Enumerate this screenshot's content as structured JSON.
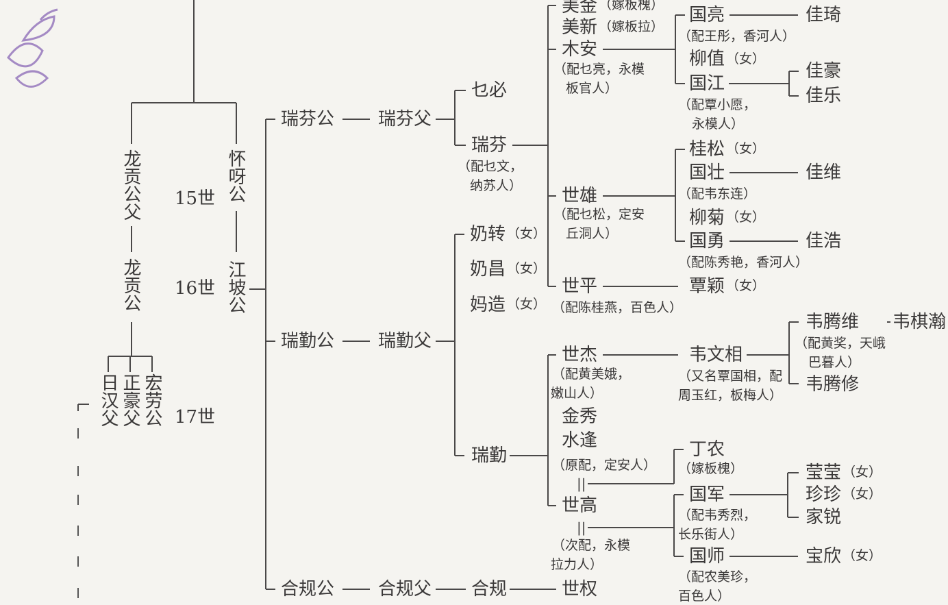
{
  "generations": {
    "g15": "15世",
    "g16": "16世",
    "g17": "17世"
  },
  "left": {
    "longgong_fu": "龙贡公父",
    "longgong": "龙贡公",
    "huaiya": "怀呀公",
    "jiangpo": "江坡公",
    "rihan_fu": "日汉父",
    "zhenghao_fu": "正豪父",
    "honglao": "宏劳公"
  },
  "branch_ruifen": {
    "gong": "瑞芬公",
    "fu": "瑞芬父",
    "yebi": "乜必",
    "ruifen": "瑞芬",
    "ruifen_spouse_1": "（配乜文，",
    "ruifen_spouse_2": "纳苏人）",
    "meijin": "美金",
    "meijin_note": "（嫁板槐）",
    "meixin": "美新",
    "meixin_note": "（嫁板拉）",
    "muan": "木安",
    "muan_spouse_1": "（配乜亮，永模",
    "muan_spouse_2": "板官人）",
    "guoliang": "国亮",
    "guoliang_spouse": "（配王彤，香河人）",
    "jiaqi": "佳琦",
    "liuzhi": "柳值",
    "liuzhi_note": "（女）",
    "guojiang": "国江",
    "guojiang_spouse_1": "（配覃小愿，",
    "guojiang_spouse_2": "永模人）",
    "jiahao": "佳豪",
    "jiale": "佳乐",
    "shixiong": "世雄",
    "shixiong_spouse_1": "（配乜松，定安",
    "shixiong_spouse_2": "丘洞人）",
    "guisong": "桂松",
    "guisong_note": "（女）",
    "guozhuang": "国壮",
    "guozhuang_spouse": "（配韦东连）",
    "jiawei": "佳维",
    "liuju": "柳菊",
    "liuju_note": "（女）",
    "guoyong": "国勇",
    "guoyong_spouse": "（配陈秀艳，香河人）",
    "jiahao2": "佳浩",
    "shiping": "世平",
    "shiping_spouse": "（配陈桂燕，百色人）",
    "tanying": "覃颖",
    "tanying_note": "（女）"
  },
  "branch_ruiqin": {
    "gong": "瑞勤公",
    "fu": "瑞勤父",
    "naizhuan": "奶转",
    "naizhuan_note": "（女）",
    "naichang": "奶昌",
    "naichang_note": "（女）",
    "mazao": "妈造",
    "mazao_note": "（女）",
    "shijie": "世杰",
    "shijie_spouse_1": "（配黄美娥，",
    "shijie_spouse_2": "嫩山人）",
    "weiwenxiang": "韦文相",
    "weiwenxiang_note_1": "（又名覃国相，配",
    "weiwenxiang_note_2": "周玉红，板梅人）",
    "weitengwei": "韦腾维",
    "weitengwei_spouse_1": "（配黄奖，天峨",
    "weitengwei_spouse_2": "巴暮人）",
    "weiqihan": "韦棋瀚",
    "weitengxiu": "韦腾修",
    "jinxiu": "金秀",
    "shuifeng": "水逢",
    "shuifeng_note": "（原配，定安人）",
    "ruiqin": "瑞勤",
    "dingnong": "丁农",
    "dingnong_note": "（嫁板槐）",
    "shigao": "世高",
    "shigao_note_1": "（次配，永模",
    "shigao_note_2": "拉力人）",
    "guojun": "国军",
    "guojun_spouse_1": "（配韦秀烈，",
    "guojun_spouse_2": "长乐街人）",
    "yingying": "莹莹",
    "yingying_note": "（女）",
    "zhenzhen": "珍珍",
    "zhenzhen_note": "（女）",
    "jiarui": "家锐",
    "guoshi": "国师",
    "guoshi_spouse_1": "（配农美珍，",
    "guoshi_spouse_2": "百色人）",
    "baoxin": "宝欣",
    "baoxin_note": "（女）"
  },
  "branch_hegui": {
    "gong": "合规公",
    "fu": "合规父",
    "hegui": "合规",
    "shiquan": "世权"
  },
  "marriage_mark": "||",
  "watermark_icon": "stamp-logo-icon"
}
